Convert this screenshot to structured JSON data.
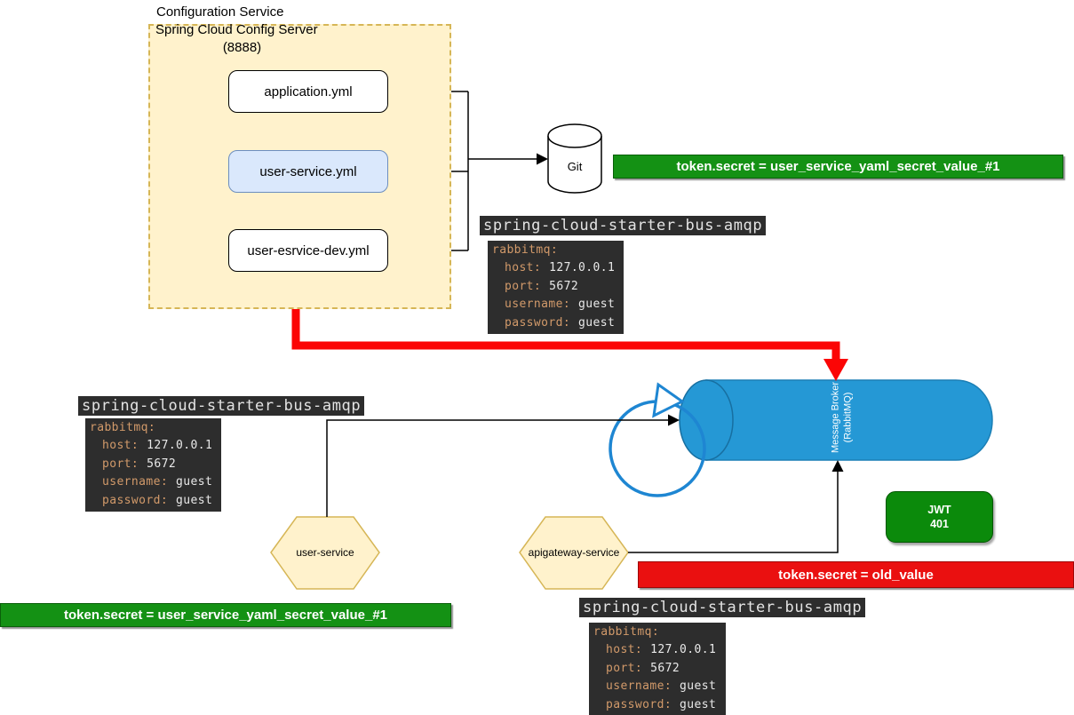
{
  "config_service": {
    "outer_label": "Configuration Service",
    "title": "Spring Cloud Config Server",
    "port_label": "(8888)",
    "files": [
      {
        "label": "application.yml"
      },
      {
        "label": "user-service.yml"
      },
      {
        "label": "user-esrvice-dev.yml"
      }
    ]
  },
  "git": {
    "label": "Git"
  },
  "broker": {
    "label_line1": "Message Broker",
    "label_line2": "(RabbitMQ)"
  },
  "services": {
    "user_service": {
      "label": "user-service"
    },
    "apigateway_service": {
      "label": "apigateway-service"
    }
  },
  "jwt_badge": {
    "line1": "JWT",
    "line2": "401"
  },
  "banners": {
    "git_secret": {
      "text": "token.secret = user_service_yaml_secret_value_#1",
      "color": "#149114"
    },
    "user_service_secret": {
      "text": "token.secret = user_service_yaml_secret_value_#1",
      "color": "#149114"
    },
    "apigateway_secret": {
      "text": "token.secret = old_value",
      "color": "#EA1010"
    }
  },
  "amqp_config": {
    "title": "spring-cloud-starter-bus-amqp",
    "lines": [
      {
        "k": "rabbitmq:",
        "v": ""
      },
      {
        "k": "host:",
        "v": "127.0.0.1"
      },
      {
        "k": "port:",
        "v": "5672"
      },
      {
        "k": "username:",
        "v": "guest"
      },
      {
        "k": "password:",
        "v": "guest"
      }
    ]
  },
  "colors": {
    "node_yellow_fill": "#FFF2CC",
    "node_yellow_border": "#D6B656",
    "node_blue_fill": "#DAE8FC",
    "node_blue_border": "#6C8EBF",
    "broker_blue": "#2598D5",
    "refresh_blue": "#1E86D2",
    "arrow_red": "#FB0505",
    "code_bg": "#2D2D2D",
    "code_key": "#D29A6A",
    "code_value": "#E9E9E9"
  }
}
